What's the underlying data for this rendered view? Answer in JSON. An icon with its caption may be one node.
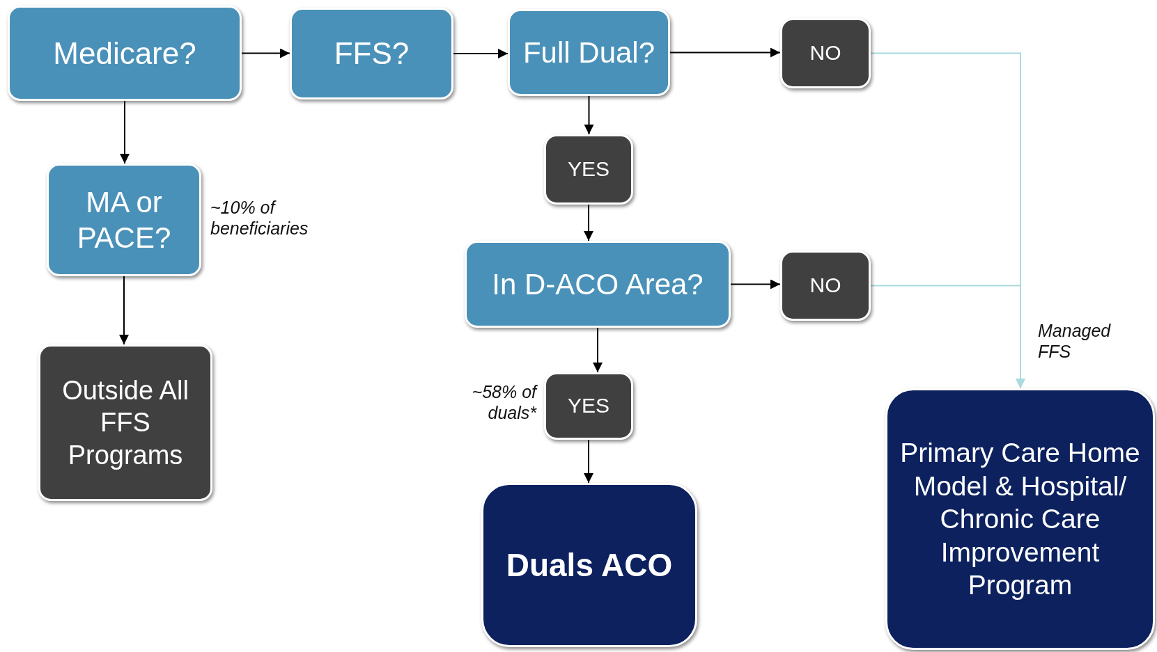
{
  "diagram": {
    "nodes": [
      {
        "text": [
          "Medicare?"
        ]
      },
      {
        "text": [
          "FFS?"
        ]
      },
      {
        "text": [
          "Full Dual?"
        ]
      },
      {
        "text": [
          "NO"
        ]
      },
      {
        "text": [
          "MA or PACE?"
        ],
        "beside": [
          "~10% of beneficiaries"
        ]
      },
      {
        "text": [
          "YES"
        ]
      },
      {
        "text": [
          "In D-ACO Area?"
        ]
      },
      {
        "text": [
          "NO"
        ]
      },
      {
        "text": [
          "Outside All FFS Programs"
        ]
      },
      {
        "text": [
          "YES"
        ],
        "beside": [
          "~58% of duals*"
        ]
      },
      {
        "text": [
          "Duals ACO"
        ]
      },
      {
        "text": [
          "Primary Care Home Model & Hospital/ Chronic Care Improvement Program"
        ]
      }
    ],
    "edges": [
      {
        "from": 0,
        "to": 1,
        "arrow": "to"
      },
      {
        "from": 1,
        "to": 2,
        "arrow": "to"
      },
      {
        "from": 2,
        "to": 3,
        "arrow": "to"
      },
      {
        "from": 0,
        "to": 4,
        "arrow": "to"
      },
      {
        "from": 2,
        "to": 5,
        "arrow": "to"
      },
      {
        "from": 5,
        "to": 6,
        "arrow": "to"
      },
      {
        "from": 6,
        "to": 7,
        "arrow": "to"
      },
      {
        "from": 4,
        "to": 8,
        "arrow": "to"
      },
      {
        "from": 6,
        "to": 9,
        "arrow": "to"
      },
      {
        "from": 9,
        "to": 10,
        "arrow": "to"
      },
      {
        "from": 3,
        "to": 11,
        "arrow": "to",
        "color": "#a9dadd",
        "label": "Managed FFS"
      },
      {
        "from": 7,
        "to": 11,
        "arrow": "to",
        "color": "#a9dadd"
      }
    ]
  }
}
